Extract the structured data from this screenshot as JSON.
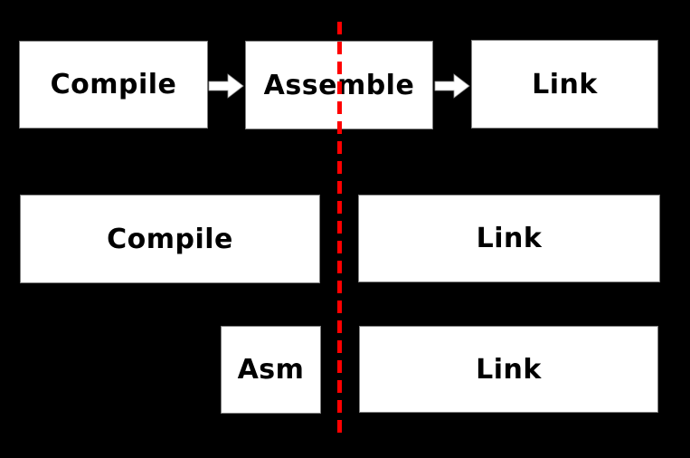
{
  "diagram": {
    "title": "compiler-pipeline-split-diagram",
    "top_pipeline": {
      "boxes": [
        {
          "label": "Compile"
        },
        {
          "label": "Assemble"
        },
        {
          "label": "Link"
        }
      ]
    },
    "row_compile_link": {
      "boxes": [
        {
          "label": "Compile"
        },
        {
          "label": "Link"
        }
      ]
    },
    "row_asm_link": {
      "boxes": [
        {
          "label": "Asm"
        },
        {
          "label": "Link"
        }
      ]
    },
    "divider": {
      "orientation": "vertical",
      "style": "dashed",
      "color": "#ff0000"
    },
    "icons": {
      "flow_arrow": "right-block-arrow"
    },
    "colors": {
      "background": "#000000",
      "box_fill": "#ffffff",
      "box_border": "#808080",
      "text": "#000000",
      "divider": "#ff0000",
      "arrow_fill": "#ffffff"
    }
  }
}
